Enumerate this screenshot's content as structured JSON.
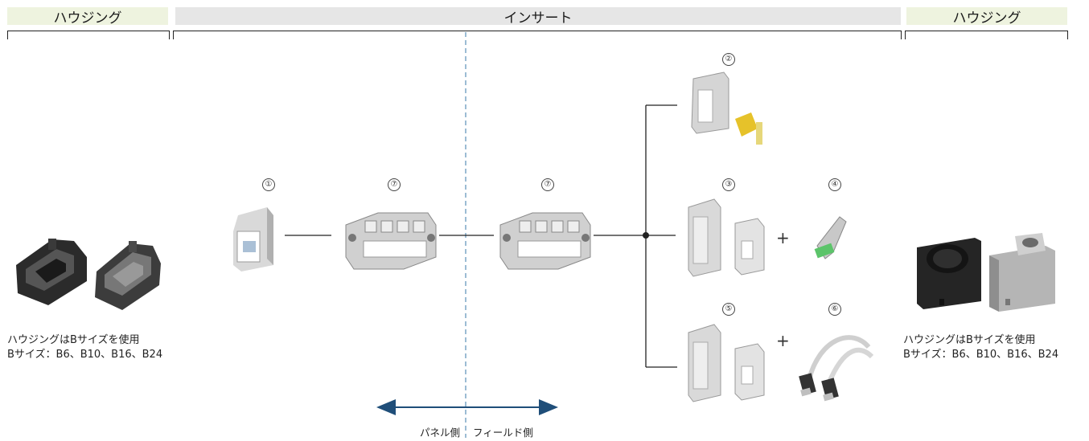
{
  "headers": {
    "left": "ハウジング",
    "center": "インサート",
    "right": "ハウジング"
  },
  "notes": {
    "left": [
      "ハウジングはBサイズを使用",
      "Bサイズ：B6、B10、B16、B24"
    ],
    "right": [
      "ハウジングはBサイズを使用",
      "Bサイズ：B6、B10、B16、B24"
    ]
  },
  "numbers": [
    "①",
    "⑦",
    "⑦",
    "②",
    "③",
    "④",
    "⑤",
    "⑥"
  ],
  "plus_sign": "+",
  "sides": {
    "panel": "パネル側",
    "field": "フィールド側"
  },
  "colors": {
    "header_green": "#eef3df",
    "header_grey": "#e6e6e6",
    "divider_blue": "#3a78a8",
    "arrow_navy": "#1f4e79"
  },
  "icons": [
    "housing-black-icon",
    "housing-grey-icon",
    "module-icon",
    "frame-icon",
    "rj45-module-icon",
    "cable-icon"
  ]
}
